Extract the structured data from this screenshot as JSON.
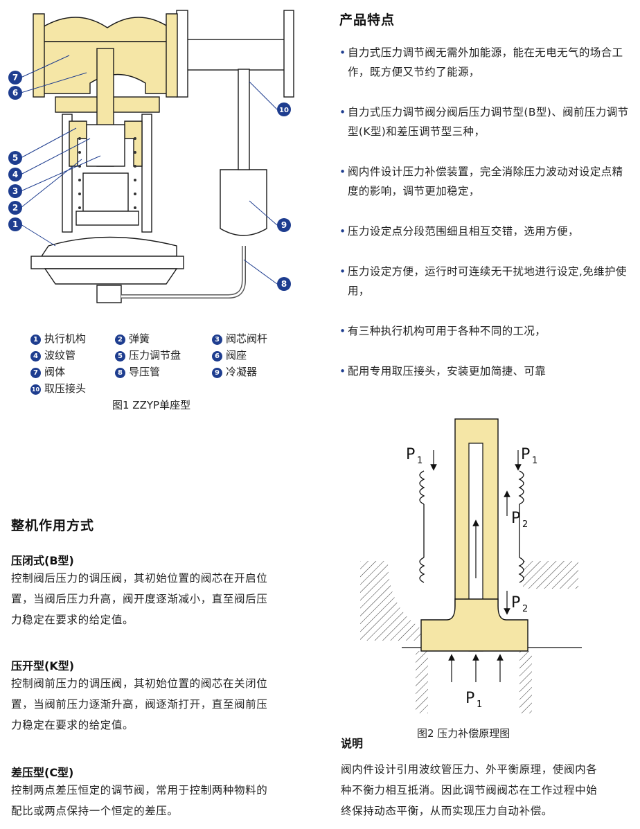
{
  "features": {
    "title": "产品特点",
    "items": [
      "自力式压力调节阀无需外加能源，能在无电无气的场合工作，既方便又节约了能源，",
      "自力式压力调节阀分阀后压力调节型(B型)、阀前压力调节型(K型)和差压调节型三种，",
      "阀内件设计压力补偿装置，完全消除压力波动对设定点精度的影响，调节更加稳定，",
      "压力设定点分段范围细且相互交错，选用方便，",
      "压力设定方便，运行时可连续无干扰地进行设定,免维护使用，",
      "有三种执行机构可用于各种不同的工况，",
      "配用专用取压接头，安装更加简捷、可靠"
    ]
  },
  "figure1": {
    "callouts": [
      "1",
      "2",
      "3",
      "4",
      "5",
      "6",
      "7",
      "8",
      "9",
      "10"
    ],
    "legend": [
      {
        "num": "1",
        "label": "执行机构"
      },
      {
        "num": "2",
        "label": "弹簧"
      },
      {
        "num": "3",
        "label": "阀芯阀杆"
      },
      {
        "num": "4",
        "label": "波纹管"
      },
      {
        "num": "5",
        "label": "压力调节盘"
      },
      {
        "num": "6",
        "label": "阀座"
      },
      {
        "num": "7",
        "label": "阀体"
      },
      {
        "num": "8",
        "label": "导压管"
      },
      {
        "num": "9",
        "label": "冷凝器"
      },
      {
        "num": "10",
        "label": "取压接头"
      }
    ],
    "caption": "图1  ZZYP单座型"
  },
  "operation": {
    "title": "整机作用方式",
    "sections": [
      {
        "heading": "压闭式(B型)",
        "text": [
          "控制阀后压力的调压阀，其初始位置的阀芯在开启位",
          "置，当阀后压力升高，阀开度逐渐减小，直至阀后压",
          "力稳定在要求的给定值。"
        ]
      },
      {
        "heading": "压开型(K型)",
        "text": [
          "控制阀前压力的调压阀，其初始位置的阀芯在关闭位",
          "置，当阀前压力逐渐升高，阀逐渐打开，直至阀前压",
          "力稳定在要求的给定值。"
        ]
      },
      {
        "heading": "差压型(C型)",
        "text": [
          "控制两点差压恒定的调节阀，常用于控制两种物料的",
          "配比或两点保持一个恒定的差压。"
        ]
      }
    ]
  },
  "figure2": {
    "labels": {
      "p1_left": "P",
      "p1_right": "P",
      "p2_upper": "P",
      "p2_lower": "P",
      "p1_bottom": "P"
    },
    "subscripts": {
      "one": "1",
      "two": "2"
    },
    "caption": "图2  压力补偿原理图",
    "note_title": "说明",
    "note_text": [
      "阀内件设计引用波纹管压力、外平衡原理，使阀内各",
      "种不衡力相互抵消。因此调节阀阀芯在工作过程中始",
      "终保持动态平衡，从而实现压力自动补偿。"
    ]
  },
  "colors": {
    "accent": "#1e3d8f",
    "brass": "#f5e6a6"
  }
}
